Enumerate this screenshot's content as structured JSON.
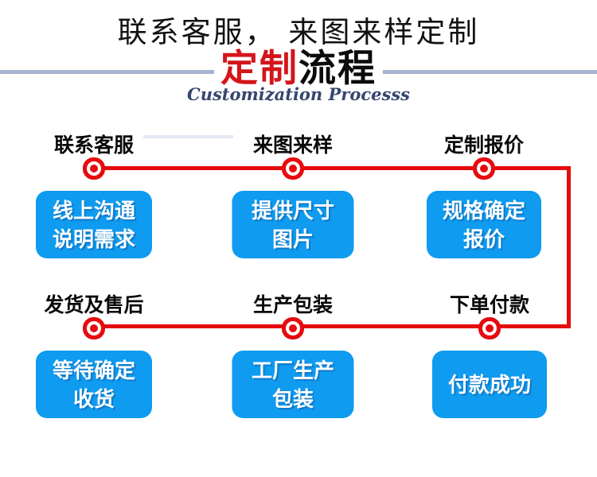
{
  "page": {
    "title": "联系客服， 来图来样定制"
  },
  "header": {
    "title_red": "定制",
    "title_black": "流程",
    "subtitle": "Customization Processs"
  },
  "flow": {
    "rows": [
      {
        "steps": [
          {
            "label": "联系客服",
            "box": [
              "线上沟通",
              "说明需求"
            ]
          },
          {
            "label": "来图来样",
            "box": [
              "提供尺寸",
              "图片"
            ]
          },
          {
            "label": "定制报价",
            "box": [
              "规格确定",
              "报价"
            ]
          }
        ]
      },
      {
        "steps": [
          {
            "label": "发货及售后",
            "box": [
              "等待确定",
              "收货"
            ]
          },
          {
            "label": "生产包装",
            "box": [
              "工厂生产",
              "包装"
            ]
          },
          {
            "label": "下单付款",
            "box": [
              "付款成功"
            ]
          }
        ]
      }
    ]
  },
  "colors": {
    "red": "#e60b0e",
    "blue": "#0e9bf0",
    "header_red": "#d4151a",
    "navy": "#35466e",
    "periwinkle": "#a7b3d2",
    "faint": "#e3e7f3"
  }
}
